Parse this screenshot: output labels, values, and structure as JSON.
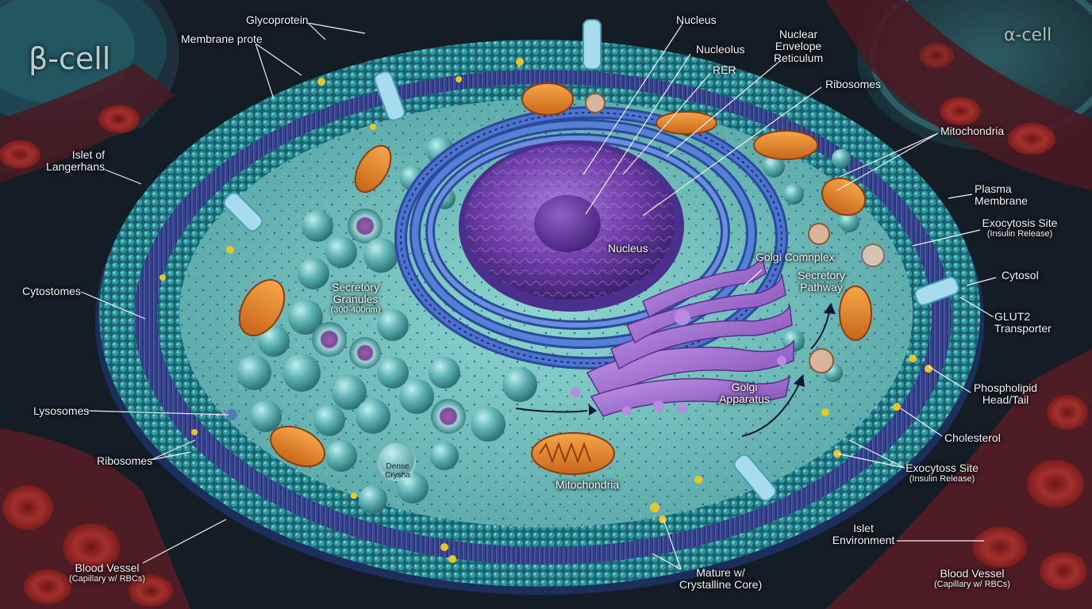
{
  "titles": {
    "beta": "β-cell",
    "alpha": "α-cell"
  },
  "labels": {
    "glycoprotein": "Glycoprotein",
    "membrane_prote": "Membrane prote",
    "islet_langerhans": [
      "Islet of",
      "Langerhans"
    ],
    "cytosomes": "Cytostomes",
    "lysosomes": "Lysosomes",
    "ribosomes_left": "Ribosomes",
    "blood_vessel_left": "Blood Vessel",
    "blood_vessel_left_sub": "(Capillary w/ RBCs)",
    "nucleus_top": "Nucleus",
    "nucleolus": "Nucleolus",
    "rer": "RER",
    "nuclear_envelope": [
      "Nuclear",
      "Envelope",
      "Reticulum"
    ],
    "ribosomes_top": "Ribosomes",
    "mitochondria_right": "Mitochondria",
    "plasma_membrane": [
      "Plasma",
      "Membrane"
    ],
    "exocytosis_site": "Exocytosis Site",
    "exocytosis_site_sub": "(Insulin Release)",
    "cytosol": "Cytosol",
    "glut2": [
      "GLUT2",
      "Transporter"
    ],
    "phospholipid": [
      "Phospholipid",
      "Head/Tail"
    ],
    "cholesterol": "Cholesterol",
    "exocytoss_site": "Exocytoss Site",
    "exocytoss_site_sub": "(Insulin Release)",
    "islet_environment": [
      "Islet",
      "Environment"
    ],
    "blood_vessel_right": "Blood Vessel",
    "blood_vessel_right_sub": "(Capillary w/ RBCs)",
    "mature": [
      "Mature w/",
      "Crystalline Core)"
    ],
    "nucleus_center": "Nucleus",
    "secretory_granules": [
      "Secretory",
      "Granules"
    ],
    "secretory_granules_sub": "(300-400nm)",
    "golgi_complex": "Golgi Comnplex",
    "secretory_pathway": [
      "Secretory",
      "Pathway"
    ],
    "golgi_apparatus": [
      "Golgi",
      "Apparatus"
    ],
    "mitochondria_bottom": "Mitochondria",
    "dense_core": [
      "Dense",
      "Crysha"
    ]
  },
  "colors": {
    "background": "#121a22",
    "membrane_head": "#2a8f96",
    "membrane_tail": "#34407e",
    "cytosol": "#6fc0bc",
    "nucleus": "#7a48b0",
    "er": "#3d5fb8",
    "golgi": "#9a6acb",
    "mitochondria": "#e2842c",
    "granule": "#55a9ab",
    "blood_vessel": "#5e2128",
    "rbc": "#9c2a2a",
    "glut2": "#a6dceb",
    "cholesterol": "#e3c62a"
  }
}
